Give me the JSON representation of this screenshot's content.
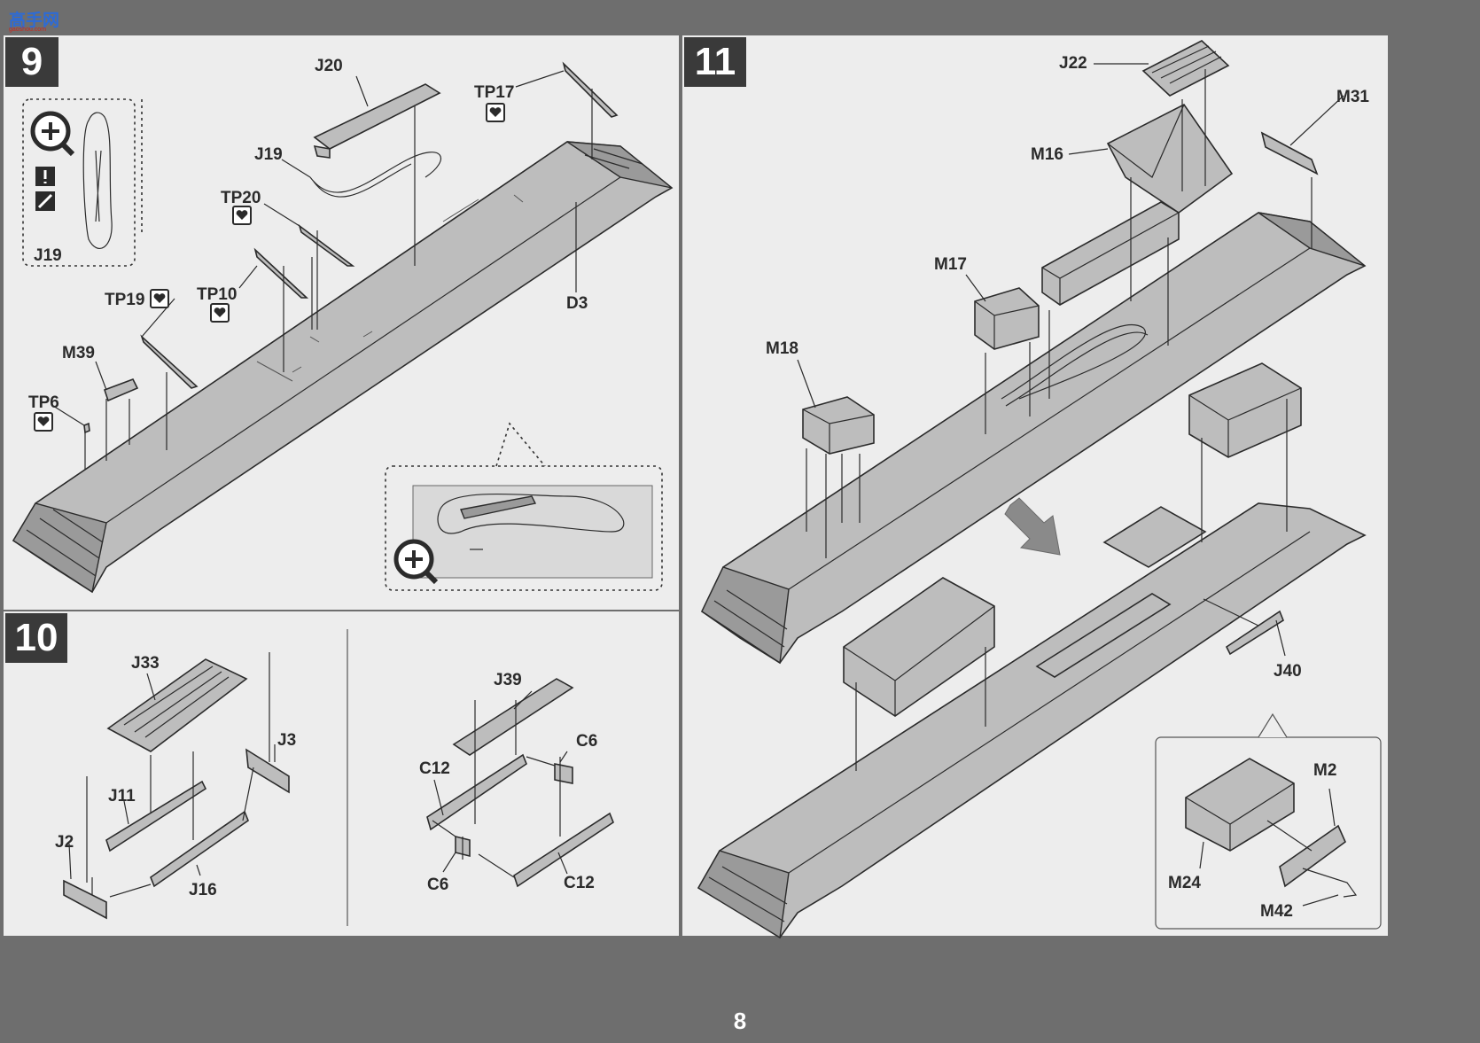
{
  "header": {
    "logo_text": "高手网",
    "logo_url": "gaoshou.com"
  },
  "page": {
    "number": "8"
  },
  "steps": {
    "step9": {
      "number": "9"
    },
    "step10": {
      "number": "10"
    },
    "step11": {
      "number": "11"
    }
  },
  "labels": {
    "s9": {
      "j20": "J20",
      "tp17": "TP17",
      "j19": "J19",
      "tp20": "TP20",
      "tp10": "TP10",
      "tp19": "TP19",
      "m39": "M39",
      "tp6": "TP6",
      "d3": "D3",
      "j19_detail": "J19"
    },
    "s10": {
      "j33": "J33",
      "j3": "J3",
      "j11": "J11",
      "j2": "J2",
      "j16": "J16",
      "j39": "J39",
      "c6_top": "C6",
      "c12_left": "C12",
      "c6_bottom": "C6",
      "c12_bottom": "C12"
    },
    "s11": {
      "j22": "J22",
      "m31": "M31",
      "m16": "M16",
      "m17": "M17",
      "m18": "M18",
      "j40": "J40",
      "m2": "M2",
      "m24": "M24",
      "m42": "M42"
    }
  },
  "icons": {
    "zoom": "magnify-plus-icon",
    "caution": "exclamation-icon",
    "cut": "cut-knife-icon",
    "paint": "paint-heart-icon"
  }
}
